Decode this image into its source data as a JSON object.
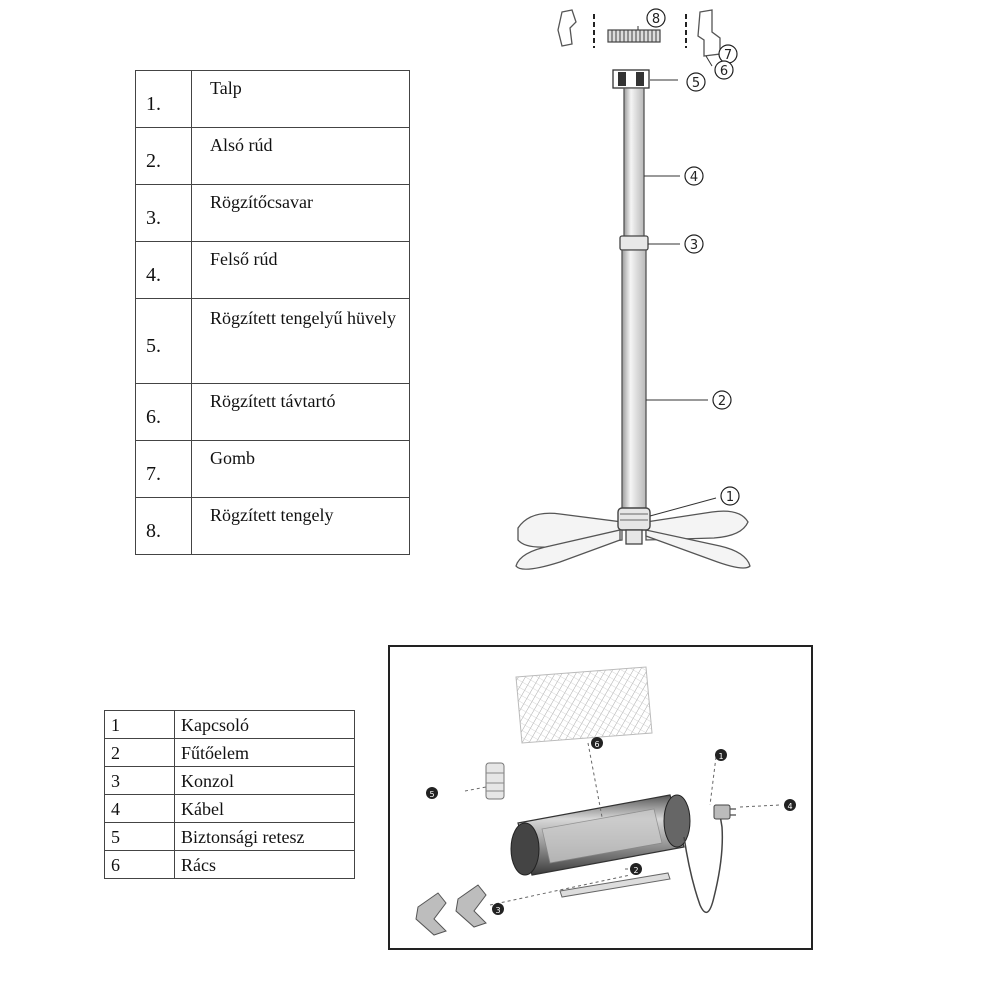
{
  "stand_parts": [
    {
      "num": "1.",
      "name": "Talp"
    },
    {
      "num": "2.",
      "name": "Alsó rúd"
    },
    {
      "num": "3.",
      "name": "Rögzítőcsavar"
    },
    {
      "num": "4.",
      "name": "Felső rúd"
    },
    {
      "num": "5.",
      "name": "Rögzített tengelyű hüvely"
    },
    {
      "num": "6.",
      "name": "Rögzített távtartó"
    },
    {
      "num": "7.",
      "name": "Gomb"
    },
    {
      "num": "8.",
      "name": "Rögzített tengely"
    }
  ],
  "heater_parts": [
    {
      "num": "1",
      "name": "Kapcsoló"
    },
    {
      "num": "2",
      "name": "Fűtőelem"
    },
    {
      "num": "3",
      "name": "Konzol"
    },
    {
      "num": "4",
      "name": "Kábel"
    },
    {
      "num": "5",
      "name": "Biztonsági retesz"
    },
    {
      "num": "6",
      "name": "Rács"
    }
  ],
  "stand_callouts": [
    "1",
    "2",
    "3",
    "4",
    "5",
    "6",
    "7",
    "8"
  ],
  "heater_callouts": [
    "1",
    "2",
    "3",
    "4",
    "5",
    "6"
  ]
}
